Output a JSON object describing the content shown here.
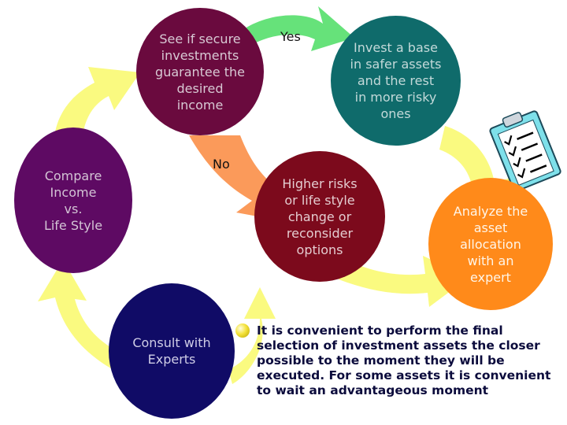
{
  "nodes": {
    "secure_investments": [
      "See if secure",
      "investments",
      "guarantee the",
      "desired",
      "income"
    ],
    "invest_base": [
      "Invest a base",
      "in safer assets",
      "and the rest",
      "in more risky",
      "ones"
    ],
    "compare_income": [
      "Compare",
      "Income",
      "vs.",
      "Life Style"
    ],
    "higher_risks": [
      "Higher risks",
      "or life style",
      "change or",
      "reconsider",
      "options"
    ],
    "analyze_allocation": [
      "Analyze the",
      "asset",
      "allocation",
      "with an",
      "expert"
    ],
    "consult_experts": [
      "Consult with",
      "Experts"
    ]
  },
  "arrow_labels": {
    "yes": "Yes",
    "no": "No"
  },
  "note": "It is convenient to perform the final selection of investment assets the closer possible to the moment they will be executed. For some assets it is convenient to wait an advantageous moment",
  "icons": {
    "checklist": "clipboard-checklist-icon",
    "bullet": "yellow-ball-bullet-icon"
  },
  "colors": {
    "cycle_arrow": "#fafa80",
    "yes_arrow": "#66e27a",
    "no_arrow": "#fb9a5a",
    "secure_node": "#6a0a3e",
    "invest_node": "#0f6b6b",
    "compare_node": "#5e0a63",
    "higher_node": "#7c0a1c",
    "analyze_node": "#ff8a1a",
    "consult_node": "#100b66"
  }
}
